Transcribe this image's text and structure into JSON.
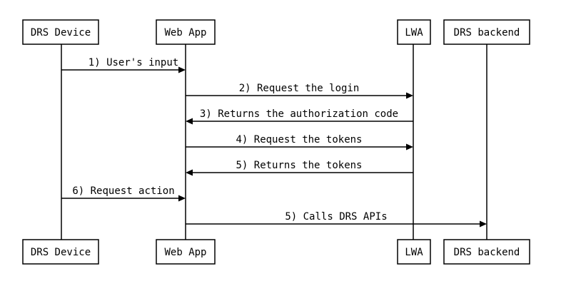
{
  "participants": [
    {
      "id": "drs_device",
      "label": "DRS Device"
    },
    {
      "id": "web_app",
      "label": "Web App"
    },
    {
      "id": "lwa",
      "label": "LWA"
    },
    {
      "id": "drs_backend",
      "label": "DRS backend"
    }
  ],
  "messages": [
    {
      "label": "1) User's input",
      "from": "drs_device",
      "to": "web_app"
    },
    {
      "label": "2) Request the login",
      "from": "web_app",
      "to": "lwa"
    },
    {
      "label": "3) Returns the authorization code",
      "from": "lwa",
      "to": "web_app"
    },
    {
      "label": "4) Request the tokens",
      "from": "web_app",
      "to": "lwa"
    },
    {
      "label": "5) Returns the tokens",
      "from": "lwa",
      "to": "web_app"
    },
    {
      "label": "6) Request action",
      "from": "drs_device",
      "to": "web_app"
    },
    {
      "label": "5) Calls DRS APIs",
      "from": "web_app",
      "to": "drs_backend"
    }
  ]
}
